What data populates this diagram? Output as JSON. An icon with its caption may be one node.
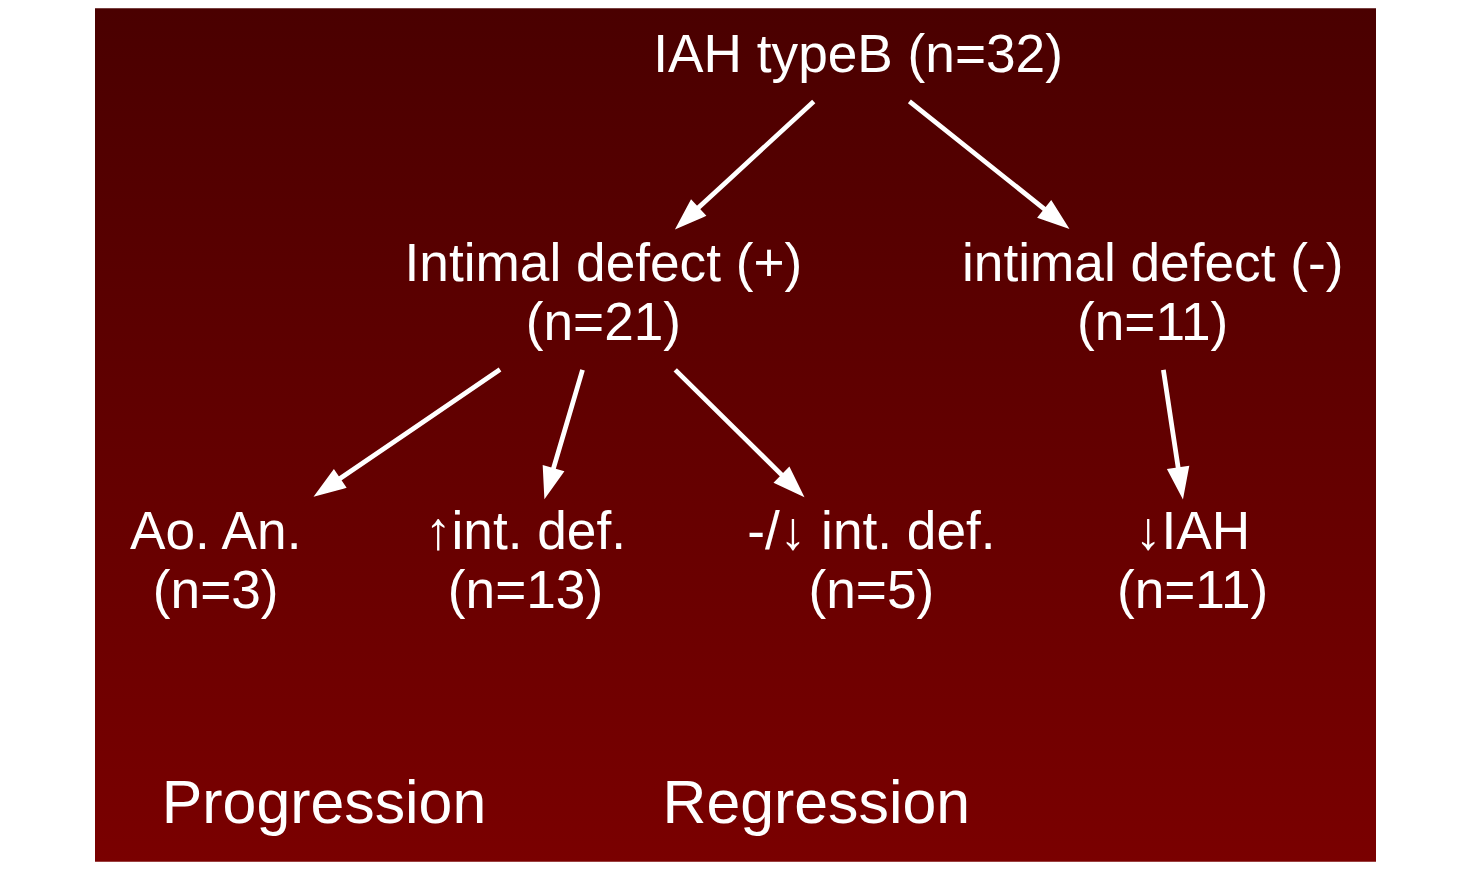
{
  "diagram": {
    "nodes": [
      {
        "text": [
          "IAH typeB (n=32)"
        ]
      },
      {
        "text": [
          "Intimal defect (+)",
          "(n=21)"
        ]
      },
      {
        "text": [
          "intimal defect (-)",
          "(n=11)"
        ]
      },
      {
        "text": [
          "Ao. An.",
          "(n=3)"
        ]
      },
      {
        "text": [
          "↑int. def.",
          "(n=13)"
        ]
      },
      {
        "text": [
          "-/↓ int. def.",
          "(n=5)"
        ]
      },
      {
        "text": [
          "↓IAH",
          "(n=11)"
        ]
      }
    ],
    "edges": [
      {
        "from": 0,
        "to": 1,
        "arrow": "to"
      },
      {
        "from": 0,
        "to": 2,
        "arrow": "to"
      },
      {
        "from": 1,
        "to": 3,
        "arrow": "to"
      },
      {
        "from": 1,
        "to": 4,
        "arrow": "to"
      },
      {
        "from": 1,
        "to": 5,
        "arrow": "to"
      },
      {
        "from": 2,
        "to": 6,
        "arrow": "to"
      }
    ],
    "labels": [
      "Progression",
      "Regression"
    ]
  }
}
